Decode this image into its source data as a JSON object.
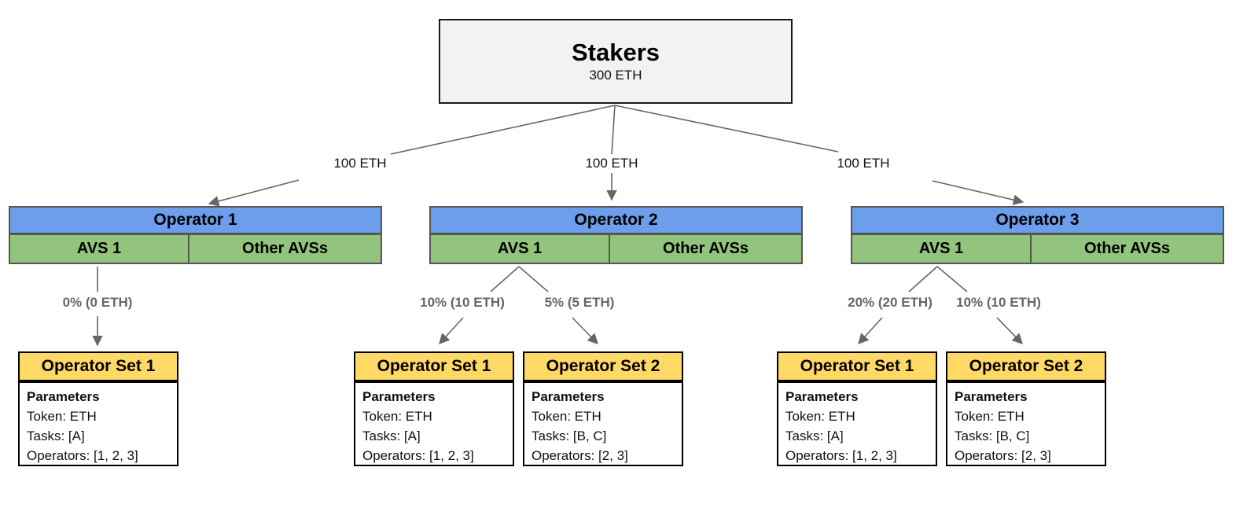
{
  "diagram": {
    "stakers": {
      "title": "Stakers",
      "amount": "300 ETH"
    },
    "eth_labels": [
      "100 ETH",
      "100 ETH",
      "100 ETH"
    ],
    "colors": {
      "operator_header": "#6d9eeb",
      "avs_row": "#93c47d",
      "operator_set_header": "#ffd966",
      "stakers_box": "#f2f2f2",
      "connector": "#666666"
    },
    "operators": [
      {
        "name": "Operator 1",
        "avs": "AVS 1",
        "other_avs": "Other AVSs",
        "allocations": [
          {
            "label": "0% (0 ETH)",
            "set": {
              "title": "Operator Set 1",
              "heading": "Parameters",
              "token": "Token: ETH",
              "tasks": "Tasks: [A]",
              "operators": "Operators: [1, 2, 3]"
            }
          }
        ]
      },
      {
        "name": "Operator 2",
        "avs": "AVS 1",
        "other_avs": "Other AVSs",
        "allocations": [
          {
            "label": "10% (10 ETH)",
            "set": {
              "title": "Operator Set 1",
              "heading": "Parameters",
              "token": "Token: ETH",
              "tasks": "Tasks: [A]",
              "operators": "Operators: [1, 2, 3]"
            }
          },
          {
            "label": "5% (5 ETH)",
            "set": {
              "title": "Operator Set 2",
              "heading": "Parameters",
              "token": "Token: ETH",
              "tasks": "Tasks: [B, C]",
              "operators": "Operators: [2, 3]"
            }
          }
        ]
      },
      {
        "name": "Operator 3",
        "avs": "AVS 1",
        "other_avs": "Other AVSs",
        "allocations": [
          {
            "label": "20% (20 ETH)",
            "set": {
              "title": "Operator Set 1",
              "heading": "Parameters",
              "token": "Token: ETH",
              "tasks": "Tasks: [A]",
              "operators": "Operators: [1, 2, 3]"
            }
          },
          {
            "label": "10% (10 ETH)",
            "set": {
              "title": "Operator Set 2",
              "heading": "Parameters",
              "token": "Token: ETH",
              "tasks": "Tasks: [B, C]",
              "operators": "Operators: [2, 3]"
            }
          }
        ]
      }
    ]
  }
}
